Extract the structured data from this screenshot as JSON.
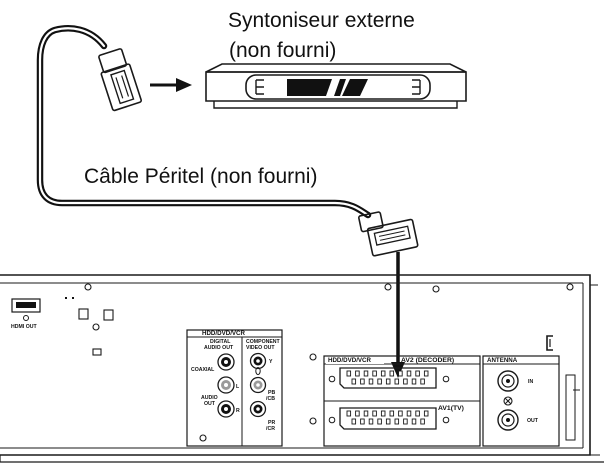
{
  "labels": {
    "tuner_title": "Syntoniseur externe",
    "tuner_note": "(non fourni)",
    "cable_label": "Câble Péritel (non fourni)"
  },
  "panel": {
    "hdmi_label": "HDMI OUT",
    "av_group_title": "HDD/DVD/VCR",
    "digital_audio_label_1": "DIGITAL",
    "digital_audio_label_2": "AUDIO OUT",
    "component_label_1": "COMPONENT",
    "component_label_2": "VIDEO OUT",
    "coaxial_label": "COAXIAL",
    "audio_out_label_1": "AUDIO",
    "audio_out_label_2": "OUT",
    "audio_l": "L",
    "audio_r": "R",
    "comp_y": "Y",
    "comp_pb_1": "PB",
    "comp_pb_2": "/CB",
    "comp_pr_1": "PR",
    "comp_pr_2": "/CR",
    "scart_group_title": "HDD/DVD/VCR",
    "av2_label": "AV2 (DECODER)",
    "av1_label": "AV1(TV)",
    "antenna_title": "ANTENNA",
    "antenna_in": "IN",
    "antenna_out": "OUT"
  },
  "colors": {
    "line": "#1a1a1a",
    "jack_gray": "#9a9a9a",
    "black": "#111111"
  }
}
